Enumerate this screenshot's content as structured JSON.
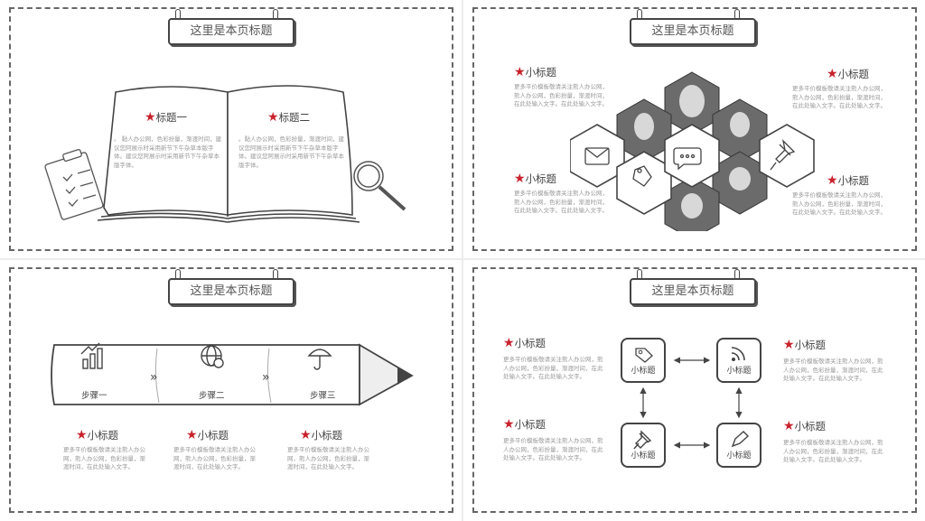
{
  "slide1": {
    "title": "这里是本页标题",
    "left_heading": "标题一",
    "left_text": "。 黏人办公网，色彩扮量，渐渡时间，建议您阿展示时采用新节下午杂草本版字体。建议您阿展示时采用新节下午杂草本版字体。",
    "right_heading": "标题二",
    "right_text": "。黏人办公网，色彩扮量，渐渡时间，建议您阿展示时采用新节下午杂草本版字体。建议您阿展示时采用新节下午杂草本版字体。"
  },
  "slide2": {
    "title": "这里是本页标题",
    "items": [
      {
        "heading": "小标题",
        "text": "更多平价模板敬请关注熊人办公网，熊人办公网，色彩扮量，渐渡时间，在此处输入文字。在此处输入文字。"
      },
      {
        "heading": "小标题",
        "text": "更多平价模板敬请关注熊人办公网，熊人办公网，色彩扮量，渐渡时间，在此处输入文字。在此处输入文字。"
      },
      {
        "heading": "小标题",
        "text": "更多平价模板敬请关注熊人办公网，熊人办公网，色彩扮量，渐渡时间，在此处输入文字。在此处输入文字。"
      },
      {
        "heading": "小标题",
        "text": "更多平价模板敬请关注熊人办公网，熊人办公网，色彩扮量，渐渡时间，在此处输入文字。在此处输入文字。"
      }
    ],
    "icons": [
      "mail-icon",
      "tag-icon",
      "chat-icon",
      "pin-icon"
    ]
  },
  "slide3": {
    "title": "这里是本页标题",
    "steps": [
      "步骤一",
      "步骤二",
      "步骤三"
    ],
    "items": [
      {
        "heading": "小标题",
        "text": "更多平价模板敬请关注熊人办公网，熊人办公网，色彩扮量，渐渡时间，在此处输入文字。"
      },
      {
        "heading": "小标题",
        "text": "更多平价模板敬请关注熊人办公网，熊人办公网，色彩扮量，渐渡时间，在此处输入文字。"
      },
      {
        "heading": "小标题",
        "text": "更多平价模板敬请关注熊人办公网，熊人办公网，色彩扮量，渐渡时间，在此处输入文字。"
      }
    ]
  },
  "slide4": {
    "title": "这里是本页标题",
    "nodes": [
      "小标题",
      "小标题",
      "小标题",
      "小标题"
    ],
    "items": [
      {
        "heading": "小标题",
        "text": "更多平价模板敬请关注熊人办公网，熊人办公网，色彩扮量，渐渡时间，在此处输入文字。在此处输入文字。"
      },
      {
        "heading": "小标题",
        "text": "更多平价模板敬请关注熊人办公网，熊人办公网，色彩扮量，渐渡时间，在此处输入文字。在此处输入文字。"
      },
      {
        "heading": "小标题",
        "text": "更多平价模板敬请关注熊人办公网，熊人办公网，色彩扮量，渐渡时间，在此处输入文字。在此处输入文字。"
      },
      {
        "heading": "小标题",
        "text": "更多平价模板敬请关注熊人办公网，熊人办公网，色彩扮量，渐渡时间，在此处输入文字。在此处输入文字。"
      }
    ]
  },
  "colors": {
    "accent": "#c8232c",
    "line": "#444444",
    "text_muted": "#999999"
  }
}
